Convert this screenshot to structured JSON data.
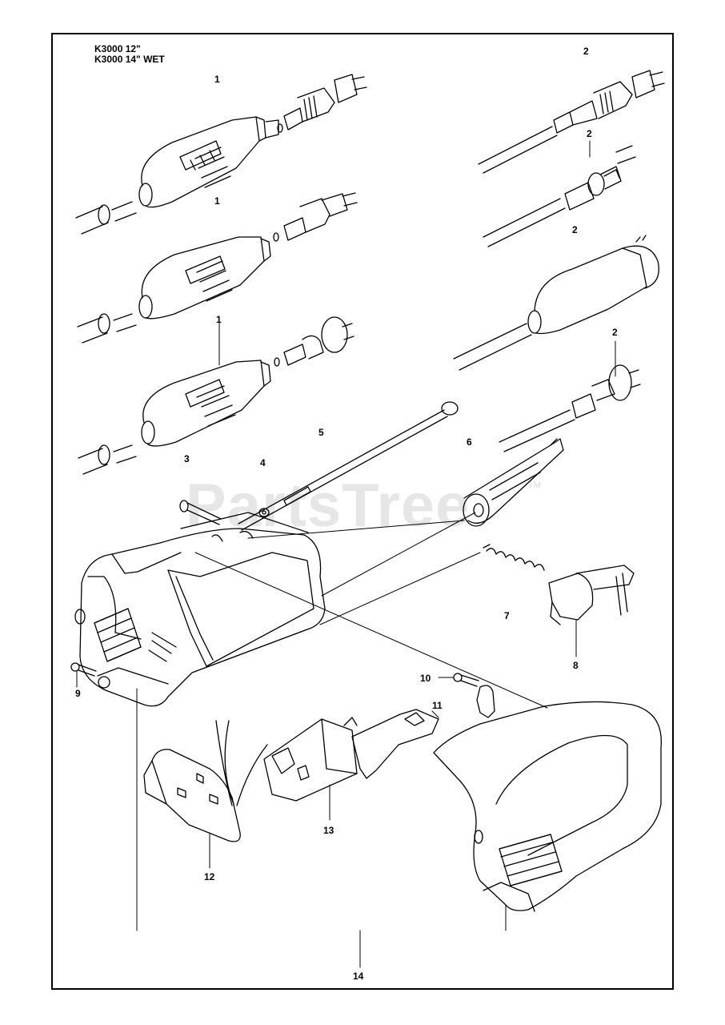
{
  "titles": [
    "K3000 12\"",
    "K3000 14\" WET"
  ],
  "watermark": "PartsTree",
  "watermark_tm": "TM",
  "callouts": [
    {
      "id": "c1a",
      "label": "1"
    },
    {
      "id": "c1b",
      "label": "1"
    },
    {
      "id": "c1c",
      "label": "1"
    },
    {
      "id": "c2a",
      "label": "2"
    },
    {
      "id": "c2b",
      "label": "2"
    },
    {
      "id": "c2c",
      "label": "2"
    },
    {
      "id": "c2d",
      "label": "2"
    },
    {
      "id": "c3",
      "label": "3"
    },
    {
      "id": "c4",
      "label": "4"
    },
    {
      "id": "c5",
      "label": "5"
    },
    {
      "id": "c6",
      "label": "6"
    },
    {
      "id": "c7",
      "label": "7"
    },
    {
      "id": "c8",
      "label": "8"
    },
    {
      "id": "c9",
      "label": "9"
    },
    {
      "id": "c10",
      "label": "10"
    },
    {
      "id": "c11",
      "label": "11"
    },
    {
      "id": "c12",
      "label": "12"
    },
    {
      "id": "c13",
      "label": "13"
    },
    {
      "id": "c14",
      "label": "14"
    }
  ]
}
